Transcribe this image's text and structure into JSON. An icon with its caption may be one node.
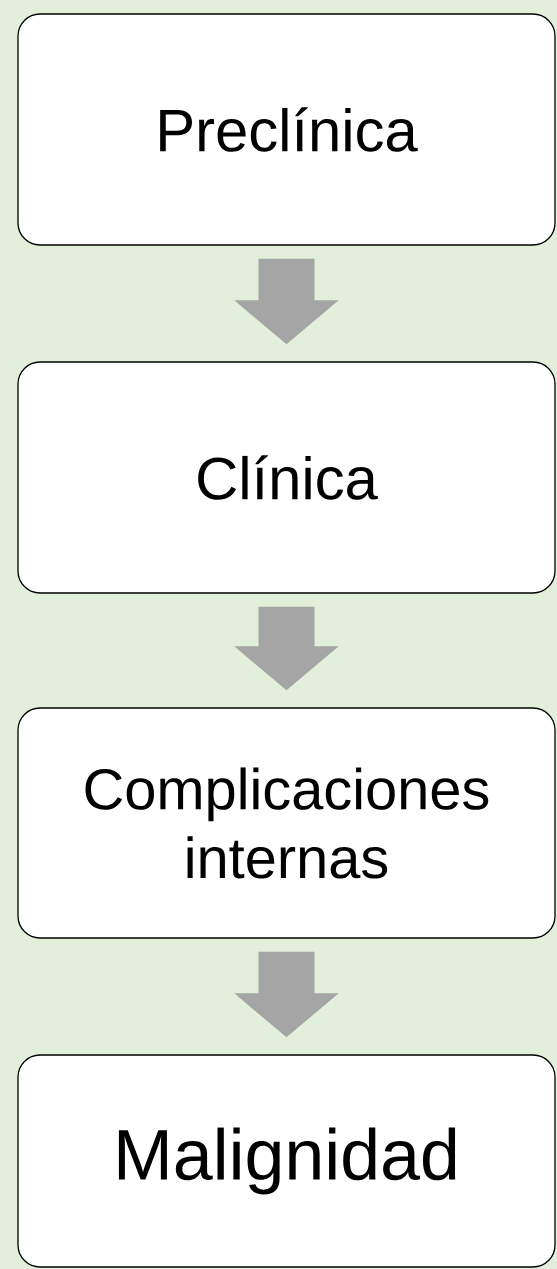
{
  "diagram": {
    "nodes": [
      {
        "text": [
          "Preclínica"
        ]
      },
      {
        "text": [
          "Clínica"
        ]
      },
      {
        "text": [
          "Complicaciones internas"
        ]
      },
      {
        "text": [
          "Malignidad"
        ]
      }
    ],
    "edges": [
      {
        "from": 0,
        "to": 1,
        "arrow": "to"
      },
      {
        "from": 1,
        "to": 2,
        "arrow": "to"
      },
      {
        "from": 2,
        "to": 3,
        "arrow": "to"
      }
    ]
  }
}
